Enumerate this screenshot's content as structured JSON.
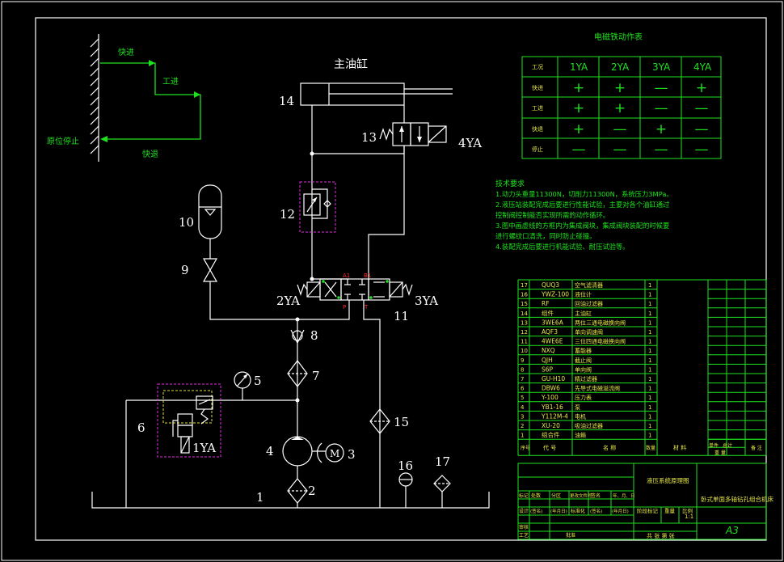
{
  "cycle": {
    "fast_advance": "快进",
    "work_advance": "工进",
    "fast_return": "快退",
    "home_stop": "原位停止"
  },
  "circuit": {
    "cylinder_title": "主油缸",
    "labels": [
      "1",
      "2",
      "3",
      "4",
      "5",
      "6",
      "7",
      "8",
      "9",
      "10",
      "11",
      "12",
      "13",
      "14",
      "15",
      "16",
      "17"
    ],
    "solenoids": {
      "ya1": "1YA",
      "ya2": "2YA",
      "ya3": "3YA",
      "ya4": "4YA"
    },
    "ports": {
      "a": "A1",
      "b": "B1",
      "p": "P",
      "t": "T"
    },
    "motor": "M"
  },
  "action_table": {
    "title": "电磁铁动作表",
    "corner": "工况",
    "headers": [
      "1YA",
      "2YA",
      "3YA",
      "4YA"
    ],
    "rows": [
      {
        "name": "快进",
        "cells": [
          "+",
          "+",
          "—",
          "+"
        ]
      },
      {
        "name": "工进",
        "cells": [
          "+",
          "+",
          "—",
          "—"
        ]
      },
      {
        "name": "快退",
        "cells": [
          "+",
          "—",
          "+",
          "—"
        ]
      },
      {
        "name": "停止",
        "cells": [
          "—",
          "—",
          "—",
          "—"
        ]
      }
    ]
  },
  "tech": {
    "title": "技术要求",
    "lines": [
      "1.动力头重量11300N，切削力11300N，系统压力3MPa。",
      "2.液压站装配完成后要进行性能试验，主要对各个油缸通过",
      "控制阀控制能否实现所需的动作循环。",
      "3.图中画虚线的方框内为集成阀块，集成阀块装配的时候要",
      "进行螺纹口清洗，同时防止碰撞。",
      "4.装配完成后要进行机能试验、耐压试验等。"
    ]
  },
  "bom": {
    "rows": [
      {
        "no": "17",
        "code": "QUQ3",
        "name": "空气滤清器",
        "qty": "1"
      },
      {
        "no": "16",
        "code": "YWZ-100",
        "name": "液位计",
        "qty": "1"
      },
      {
        "no": "15",
        "code": "RF",
        "name": "回油过滤器",
        "qty": "1"
      },
      {
        "no": "14",
        "code": "组件",
        "name": "主油缸",
        "qty": "1"
      },
      {
        "no": "13",
        "code": "3WE6A",
        "name": "两位三通电磁换向阀",
        "qty": "1"
      },
      {
        "no": "12",
        "code": "AQF3",
        "name": "单向调速阀",
        "qty": "1"
      },
      {
        "no": "11",
        "code": "4WE6E",
        "name": "三位四通电磁换向阀",
        "qty": "1"
      },
      {
        "no": "10",
        "code": "NXQ",
        "name": "蓄能器",
        "qty": "1"
      },
      {
        "no": "9",
        "code": "QJH",
        "name": "截止阀",
        "qty": "1"
      },
      {
        "no": "8",
        "code": "S6P",
        "name": "单向阀",
        "qty": "1"
      },
      {
        "no": "7",
        "code": "GU-H10",
        "name": "精过滤器",
        "qty": "1"
      },
      {
        "no": "6",
        "code": "DBW6",
        "name": "先导式电磁溢流阀",
        "qty": "1"
      },
      {
        "no": "5",
        "code": "Y-100",
        "name": "压力表",
        "qty": "1"
      },
      {
        "no": "4",
        "code": "YB1-16",
        "name": "泵",
        "qty": "1"
      },
      {
        "no": "3",
        "code": "Y112M-4",
        "name": "电机",
        "qty": "1"
      },
      {
        "no": "2",
        "code": "XU-20",
        "name": "吸油过滤器",
        "qty": "1"
      },
      {
        "no": "1",
        "code": "组合件",
        "name": "油箱",
        "qty": "1"
      }
    ],
    "header": {
      "no": "序号",
      "code": "代 号",
      "name": "名 称",
      "qty": "数量",
      "material": "材 料",
      "single": "单件",
      "total": "总计",
      "weight": "重 量",
      "remark": "备 注"
    }
  },
  "title_block": {
    "drawing_name": "液压系统原理图",
    "project": "卧式单面多轴钻孔组合机床",
    "size": "A3",
    "scale": "1:1",
    "row1": [
      "标记",
      "处数",
      "分区",
      "更改文件号",
      "签名",
      "年、月、日"
    ],
    "row2": [
      "设计",
      "(签名)",
      "(年月日)",
      "标准化",
      "(签名)",
      "(年月日)"
    ],
    "stage": [
      "阶段标记",
      "重量",
      "比例"
    ],
    "audit": "审核",
    "process": "工艺",
    "approve": "批准",
    "sheets": "共 张 第 张"
  },
  "colors": {
    "line": "#ffffff",
    "table": "#1fe21f",
    "text_yellow": "#e8e84a",
    "block": "#e030e0"
  }
}
